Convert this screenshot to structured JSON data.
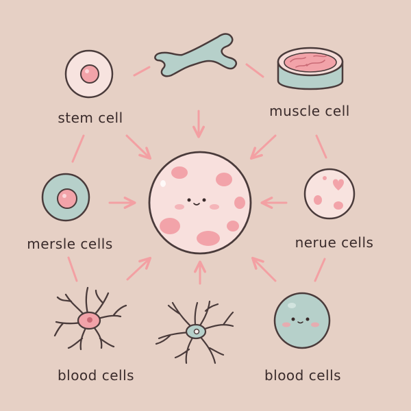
{
  "labels": {
    "stem": "stem cell",
    "muscle": "muscle cell",
    "mersle": "mersle cells",
    "nerve": "nerue cells",
    "blood_left": "blood cells",
    "blood_right": "blood cells"
  },
  "colors": {
    "background": "#e6d0c5",
    "pink": "#f2a3a9",
    "teal": "#b6d0ca",
    "arrow": "#f3a0a3",
    "outline": "#4a3b3b"
  }
}
